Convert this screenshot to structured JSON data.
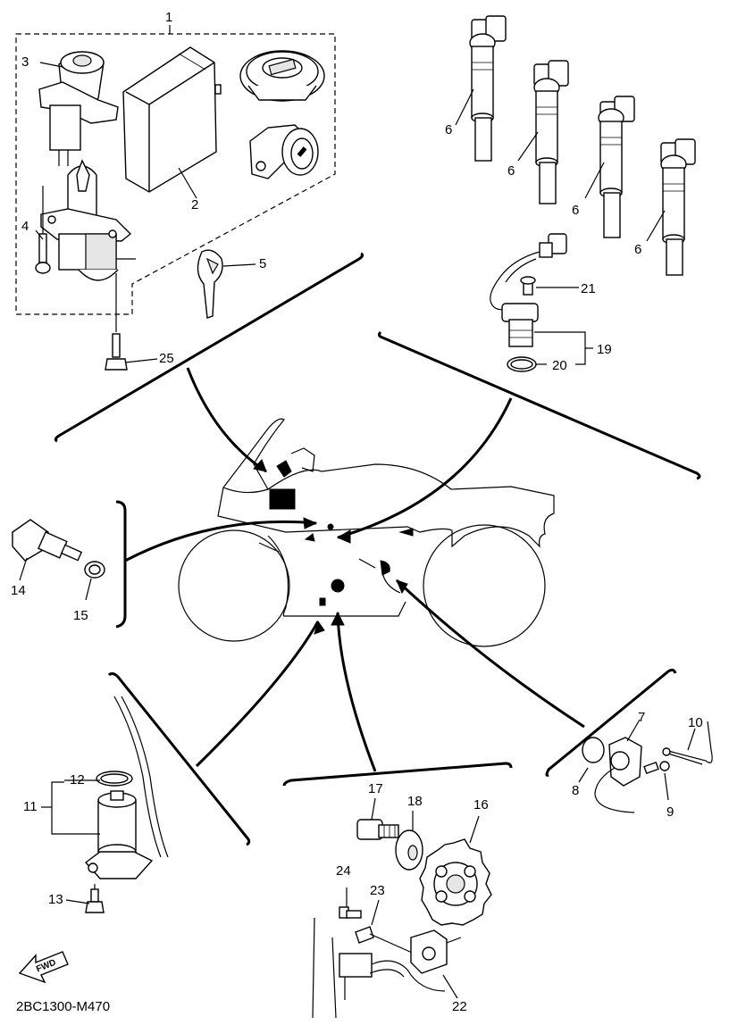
{
  "diagram": {
    "code": "2BC1300-M470",
    "fwd_label": "FWD",
    "callouts": [
      "1",
      "2",
      "3",
      "4",
      "5",
      "6",
      "6",
      "6",
      "6",
      "7",
      "8",
      "9",
      "10",
      "11",
      "12",
      "13",
      "14",
      "15",
      "16",
      "17",
      "18",
      "19",
      "20",
      "21",
      "22",
      "23",
      "24",
      "25"
    ]
  },
  "colors": {
    "ink": "#000000",
    "paper": "#ffffff",
    "shade": "#e6e6e6"
  }
}
